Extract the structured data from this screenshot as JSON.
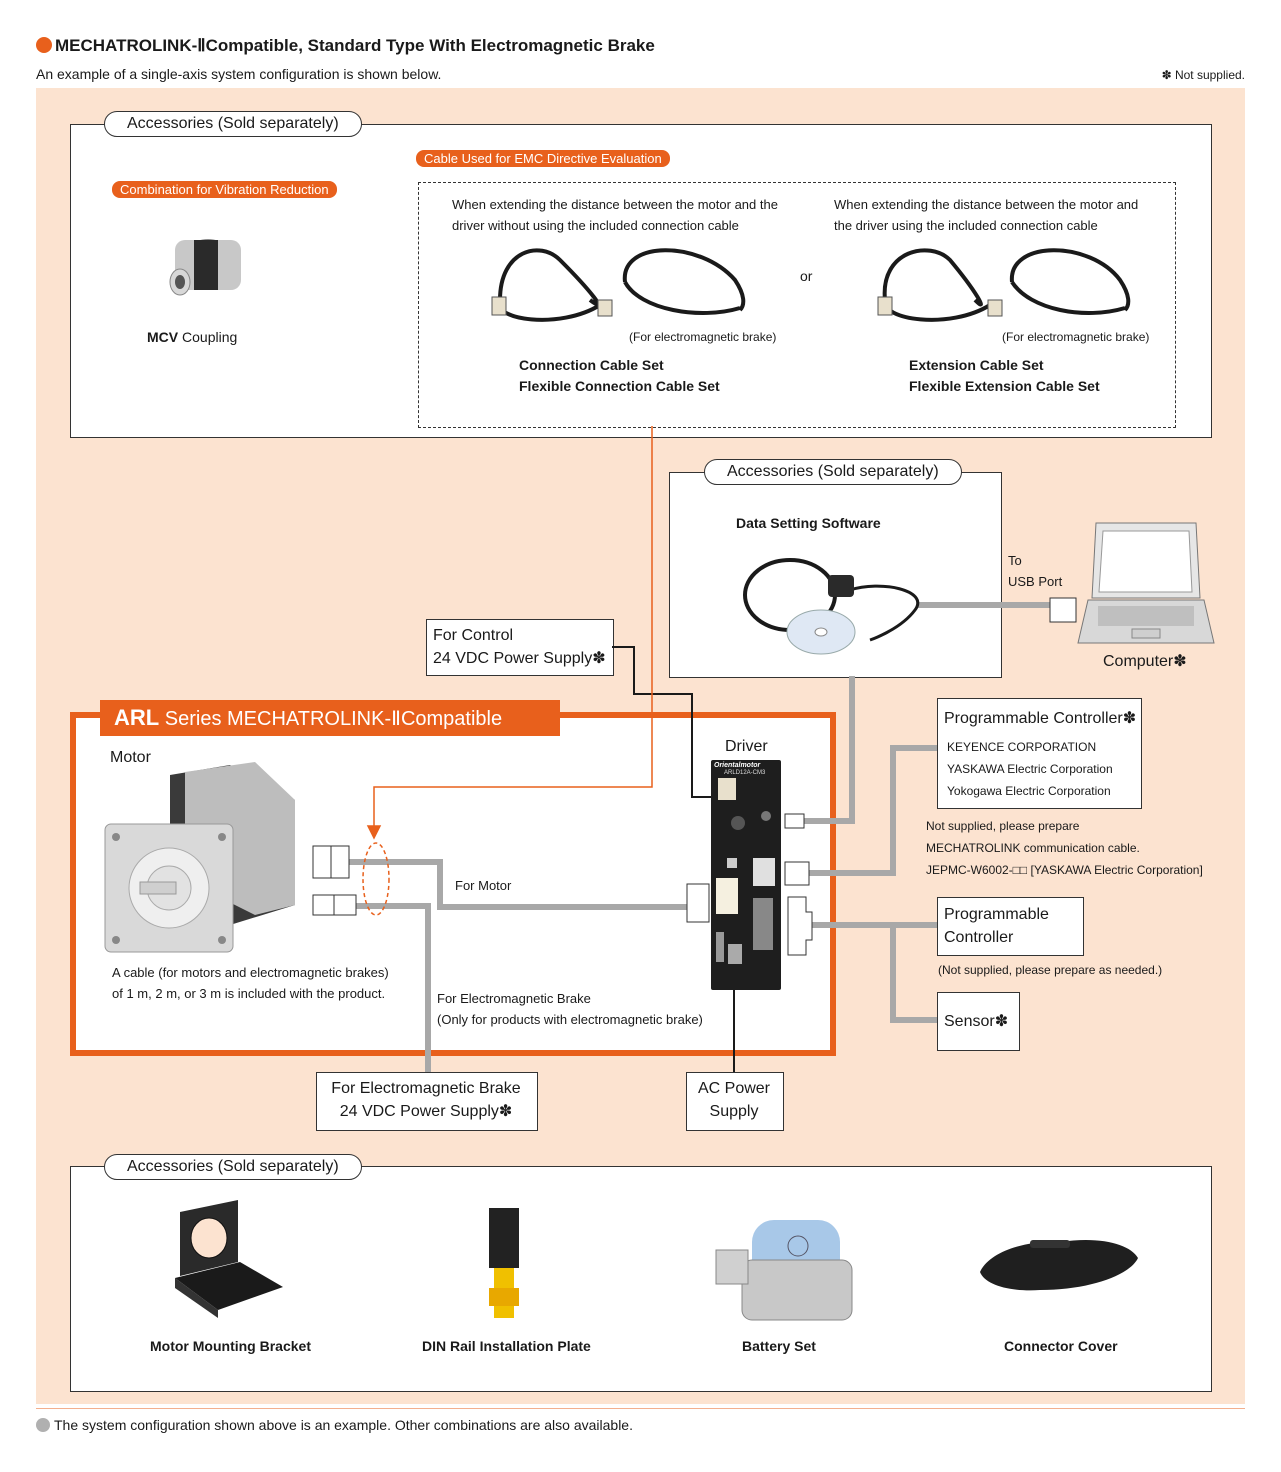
{
  "header": {
    "title": "MECHATROLINK-ⅡCompatible, Standard Type With Electromagnetic Brake",
    "subtitle": "An example of a single-axis system configuration is shown below.",
    "not_supplied": "✽ Not supplied."
  },
  "top_accessories": {
    "label": "Accessories (Sold separately)",
    "vibration_tag": "Combination for Vibration Reduction",
    "coupling_bold": "MCV",
    "coupling_label": " Coupling",
    "emc_tag": "Cable Used for EMC Directive Evaluation",
    "left_desc": "When extending the distance between the motor and the driver without using the included connection cable",
    "right_desc": "When extending the distance between the motor and the driver using the included connection cable",
    "or": "or",
    "brake_note_left": "(For electromagnetic brake)",
    "brake_note_right": "(For electromagnetic brake)",
    "left_name_1": "Connection Cable Set",
    "left_name_2": "Flexible Connection Cable Set",
    "right_name_1": "Extension Cable Set",
    "right_name_2": "Flexible Extension Cable Set"
  },
  "mid_accessories": {
    "label": "Accessories (Sold separately)",
    "software": "Data Setting Software",
    "to": "To",
    "usb": "USB Port",
    "computer": "Computer✽"
  },
  "control_power": {
    "line1": "For Control",
    "line2": "24 VDC Power Supply✽"
  },
  "arl": {
    "head_bold": "ARL",
    "head_rest": " Series  MECHATROLINK-ⅡCompatible",
    "motor": "Motor",
    "driver": "Driver",
    "for_motor": "For Motor",
    "cable_note_1": "A cable (for motors and electromagnetic brakes)",
    "cable_note_2": "of 1 m, 2 m, or 3 m is included with the product.",
    "brake_note_1": "For Electromagnetic Brake",
    "brake_note_2": "(Only for products with electromagnetic brake)",
    "driver_brand": "Orientalmotor",
    "driver_model": "ARLD12A-CM3"
  },
  "plc1": {
    "title": "Programmable Controller✽",
    "makers": [
      "KEYENCE CORPORATION",
      "YASKAWA Electric Corporation",
      "Yokogawa Electric Corporation"
    ],
    "note_1": "Not supplied, please prepare",
    "note_2": "MECHATROLINK communication cable.",
    "note_3": "JEPMC-W6002-□□ [YASKAWA Electric Corporation]"
  },
  "plc2": {
    "line1": "Programmable",
    "line2": "Controller",
    "note": "(Not supplied, please prepare as needed.)"
  },
  "sensor": {
    "label": "Sensor✽"
  },
  "brake_power": {
    "line1": "For Electromagnetic Brake",
    "line2": "24 VDC Power Supply✽"
  },
  "ac_power": {
    "line1": "AC Power",
    "line2": "Supply"
  },
  "bottom_accessories": {
    "label": "Accessories (Sold separately)",
    "items": [
      "Motor Mounting Bracket",
      "DIN Rail Installation Plate",
      "Battery Set",
      "Connector Cover"
    ]
  },
  "footer": "The system configuration shown above is an example. Other combinations are also available.",
  "colors": {
    "accent": "#e8601c",
    "background": "#fce3d0",
    "wire": "#a8a8a8"
  }
}
